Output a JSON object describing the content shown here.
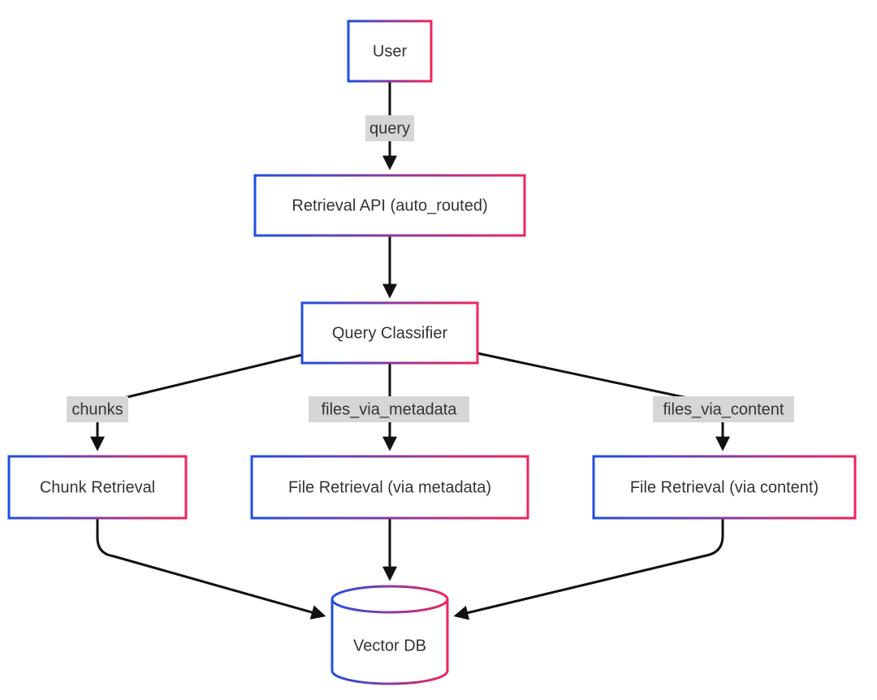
{
  "nodes": {
    "user": "User",
    "retrieval_api": "Retrieval API (auto_routed)",
    "query_classifier": "Query Classifier",
    "chunk_retrieval": "Chunk Retrieval",
    "file_retrieval_metadata": "File Retrieval (via metadata)",
    "file_retrieval_content": "File Retrieval (via content)",
    "vector_db": "Vector DB"
  },
  "edges": {
    "user_to_api": "query",
    "classifier_to_chunks": "chunks",
    "classifier_to_metadata": "files_via_metadata",
    "classifier_to_content": "files_via_content"
  },
  "colors": {
    "border_start": "#1f4fe0",
    "border_end": "#f0245c",
    "edge": "#111111",
    "label_bg": "#d6d6d6",
    "text": "#333333"
  }
}
